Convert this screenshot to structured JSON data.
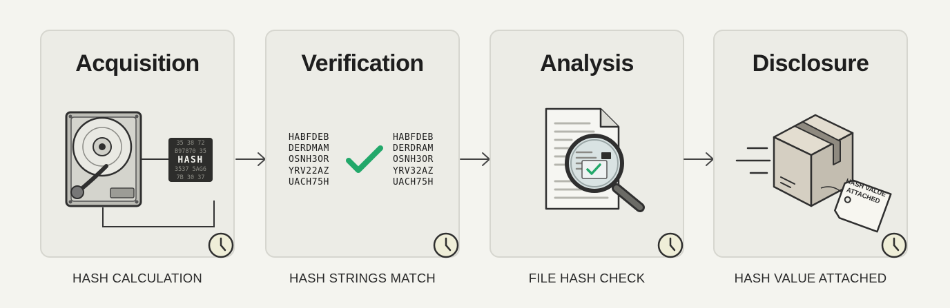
{
  "stages": [
    {
      "title": "Acquisition",
      "caption": "HASH CALCULATION"
    },
    {
      "title": "Verification",
      "caption": "HASH STRINGS MATCH"
    },
    {
      "title": "Analysis",
      "caption": "FILE HASH CHECK"
    },
    {
      "title": "Disclosure",
      "caption": "HASH VALUE ATTACHED"
    }
  ],
  "acquisition": {
    "chip_label": "HASH",
    "chip_rows": [
      "35 38 72",
      "B97870 35",
      "",
      "3537 5AG6",
      "7B 30 37"
    ]
  },
  "verification": {
    "left_hashes": [
      "HABFDEB",
      "DERDMAM",
      "OSNH3OR",
      "YRV22AZ",
      "UACH75H"
    ],
    "right_hashes": [
      "HABFDEB",
      "DERDRAM",
      "OSNH3OR",
      "YRV32AZ",
      "UACH75H"
    ]
  },
  "disclosure": {
    "tag_lines": [
      "HASH VALUE",
      "ATTACHED"
    ]
  },
  "colors": {
    "check": "#22a86a",
    "panel": "#ecece6",
    "dark": "#2f2f2f"
  },
  "icons": [
    "clock-icon",
    "arrow-right-icon",
    "hard-drive-icon",
    "hash-chip-icon",
    "check-icon",
    "document-icon",
    "magnifier-icon",
    "package-icon",
    "tag-icon",
    "speed-lines-icon"
  ]
}
